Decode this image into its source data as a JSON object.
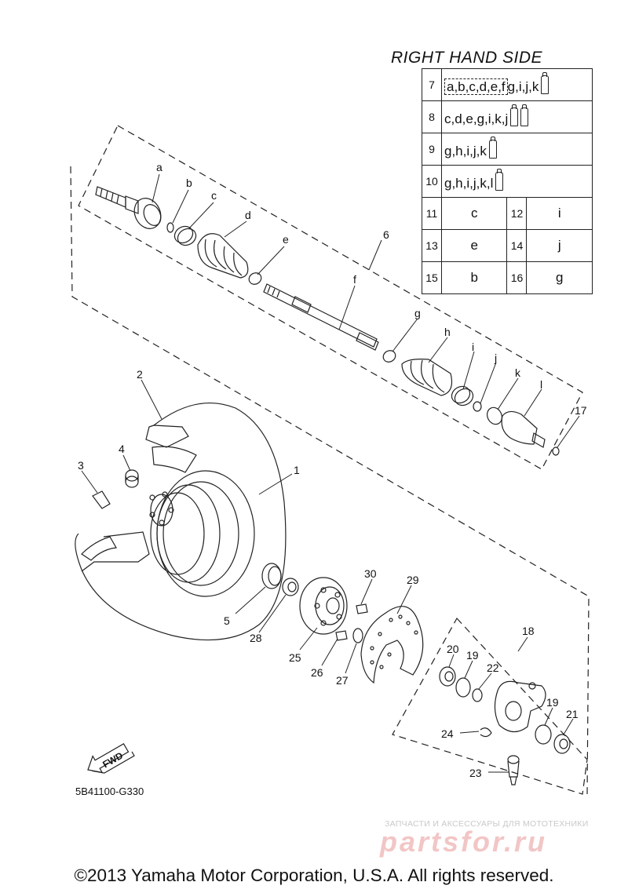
{
  "header": {
    "side_title": "RIGHT HAND SIDE"
  },
  "legend": {
    "rows": [
      {
        "num": "7",
        "codes_boxed": "a,b,c,d,e,f",
        "codes": "g,i,j,k",
        "tubes": 1
      },
      {
        "num": "8",
        "codes": "c,d,e,g,i,k,j",
        "tubes": 2
      },
      {
        "num": "9",
        "codes": "g,h,i,j,k",
        "tubes": 1
      },
      {
        "num": "10",
        "codes": "g,h,i,j,k,l",
        "tubes": 1
      }
    ],
    "pairs": [
      {
        "a_num": "11",
        "a_val": "c",
        "b_num": "12",
        "b_val": "i"
      },
      {
        "a_num": "13",
        "a_val": "e",
        "b_num": "14",
        "b_val": "j"
      },
      {
        "a_num": "15",
        "a_val": "b",
        "b_num": "16",
        "b_val": "g"
      }
    ]
  },
  "callouts": {
    "n1": "1",
    "n2": "2",
    "n3": "3",
    "n4": "4",
    "n5": "5",
    "n6": "6",
    "n17": "17",
    "n18": "18",
    "n19a": "19",
    "n19b": "19",
    "n20": "20",
    "n21": "21",
    "n22": "22",
    "n23": "23",
    "n24": "24",
    "n25": "25",
    "n26": "26",
    "n27": "27",
    "n28": "28",
    "n29": "29",
    "n30": "30"
  },
  "parts": {
    "a": "a",
    "b": "b",
    "c": "c",
    "d": "d",
    "e": "e",
    "f": "f",
    "g": "g",
    "h": "h",
    "i": "i",
    "j": "j",
    "k": "k",
    "l": "l"
  },
  "fwd_label": "FWD",
  "doc_code": "5B41100-G330",
  "watermark": {
    "tagline": "ЗАПЧАСТИ И АКСЕССУАРЫ ДЛЯ МОТОТЕХНИКИ",
    "logo": "partsfor.ru"
  },
  "footer": {
    "copyright": "©2013 Yamaha Motor Corporation, U.S.A. All rights reserved."
  },
  "colors": {
    "ink": "#111111",
    "watermark_red": "#f2c6c6",
    "watermark_gray": "#c9c9c9"
  }
}
